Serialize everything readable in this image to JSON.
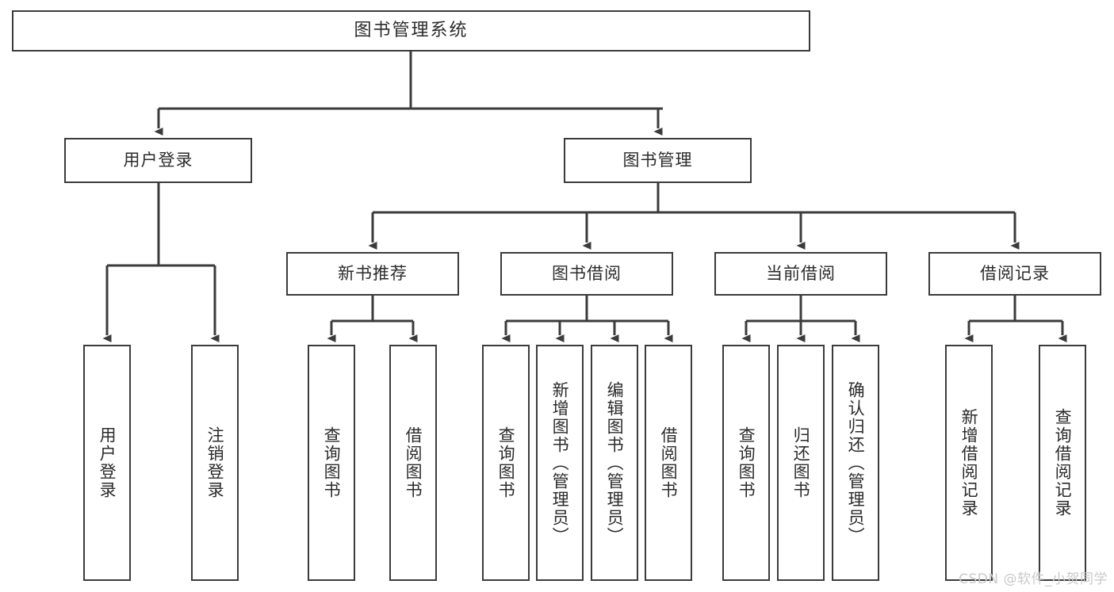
{
  "diagram": {
    "type": "hierarchy-tree",
    "title_node": {
      "label": "图书管理系统"
    },
    "level2": [
      {
        "id": "user-login",
        "label": "用户登录"
      },
      {
        "id": "book-manage",
        "label": "图书管理"
      }
    ],
    "level3": [
      {
        "id": "new-book-recommend",
        "label": "新书推荐"
      },
      {
        "id": "book-borrow",
        "label": "图书借阅"
      },
      {
        "id": "current-borrow",
        "label": "当前借阅"
      },
      {
        "id": "borrow-record",
        "label": "借阅记录"
      }
    ],
    "leaves": {
      "user_login": [
        {
          "id": "leaf-user-login",
          "label": "用户登录"
        },
        {
          "id": "leaf-logout",
          "label": "注销登录"
        }
      ],
      "new_book_recommend": [
        {
          "id": "leaf-query-book-1",
          "label": "查询图书"
        },
        {
          "id": "leaf-borrow-book-1",
          "label": "借阅图书"
        }
      ],
      "book_borrow": [
        {
          "id": "leaf-query-book-2",
          "label": "查询图书"
        },
        {
          "id": "leaf-add-book",
          "label": "新增图书（管理员）"
        },
        {
          "id": "leaf-edit-book",
          "label": "编辑图书（管理员）"
        },
        {
          "id": "leaf-borrow-book-2",
          "label": "借阅图书"
        }
      ],
      "current_borrow": [
        {
          "id": "leaf-query-book-3",
          "label": "查询图书"
        },
        {
          "id": "leaf-return-book",
          "label": "归还图书"
        },
        {
          "id": "leaf-confirm-return",
          "label": "确认归还（管理员）"
        }
      ],
      "borrow_record": [
        {
          "id": "leaf-add-record",
          "label": "新增借阅记录"
        },
        {
          "id": "leaf-query-record",
          "label": "查询借阅记录"
        }
      ]
    },
    "watermark": "CSDN @软件_小贺同学",
    "colors": {
      "border": "#3b3b3b",
      "background": "#ffffff",
      "text": "#2b2b2b",
      "watermark": "#c9c9c9"
    }
  }
}
